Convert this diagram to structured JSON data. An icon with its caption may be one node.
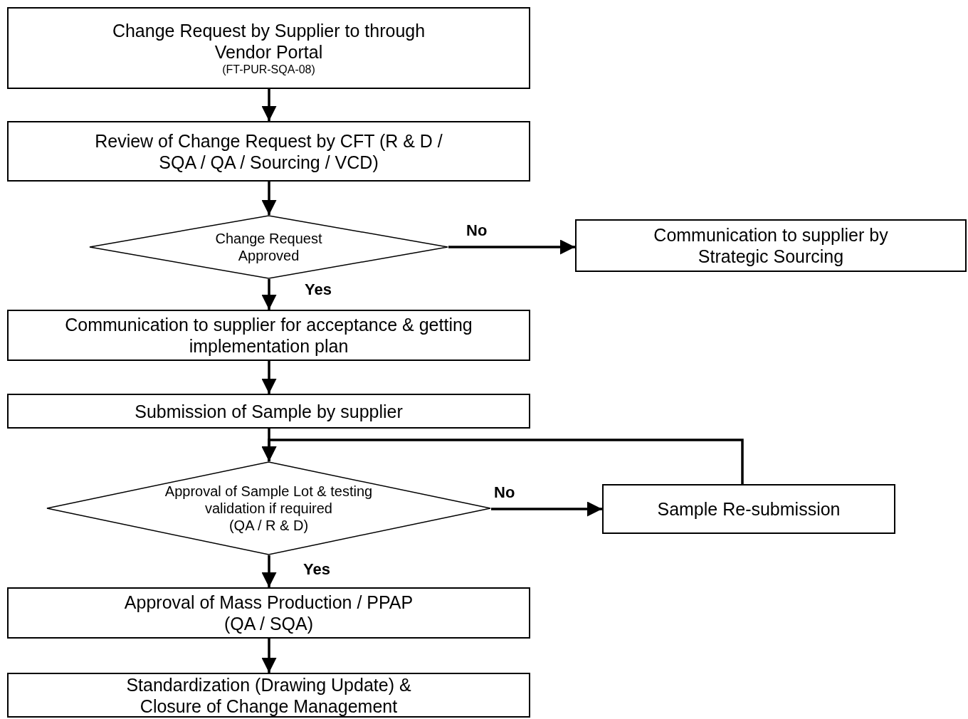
{
  "diagram": {
    "nodes": [
      {
        "text": [
          "Change Request by Supplier to through Vendor Portal",
          "(FT-PUR-SQA-08)"
        ]
      },
      {
        "text": [
          "Review of Change Request by CFT (R & D / SQA / QA / Sourcing / VCD)"
        ]
      },
      {
        "text": [
          "Change Request Approved"
        ]
      },
      {
        "text": [
          "Communication to supplier by Strategic Sourcing"
        ]
      },
      {
        "text": [
          "Communication to supplier for acceptance & getting implementation plan"
        ]
      },
      {
        "text": [
          "Submission of Sample by supplier"
        ]
      },
      {
        "text": [
          "Approval of Sample Lot & testing validation if required",
          "(QA / R & D)"
        ]
      },
      {
        "text": [
          "Sample Re-submission"
        ]
      },
      {
        "text": [
          "Approval of Mass Production / PPAP (QA / SQA)"
        ]
      },
      {
        "text": [
          "Standardization (Drawing Update) & Closure of Change Management"
        ]
      }
    ],
    "edges": [
      {
        "from": 0,
        "to": 1,
        "arrow": "to"
      },
      {
        "from": 1,
        "to": 2,
        "arrow": "to"
      },
      {
        "from": 2,
        "to": 3,
        "arrow": "to",
        "label": "No"
      },
      {
        "from": 2,
        "to": 4,
        "arrow": "to",
        "label": "Yes"
      },
      {
        "from": 4,
        "to": 5,
        "arrow": "to"
      },
      {
        "from": 5,
        "to": 6,
        "arrow": "to"
      },
      {
        "from": 6,
        "to": 7,
        "arrow": "to",
        "label": "No"
      },
      {
        "from": 7,
        "to": 6,
        "arrow": "to"
      },
      {
        "from": 6,
        "to": 8,
        "arrow": "to",
        "label": "Yes"
      },
      {
        "from": 8,
        "to": 9,
        "arrow": "to"
      }
    ]
  }
}
